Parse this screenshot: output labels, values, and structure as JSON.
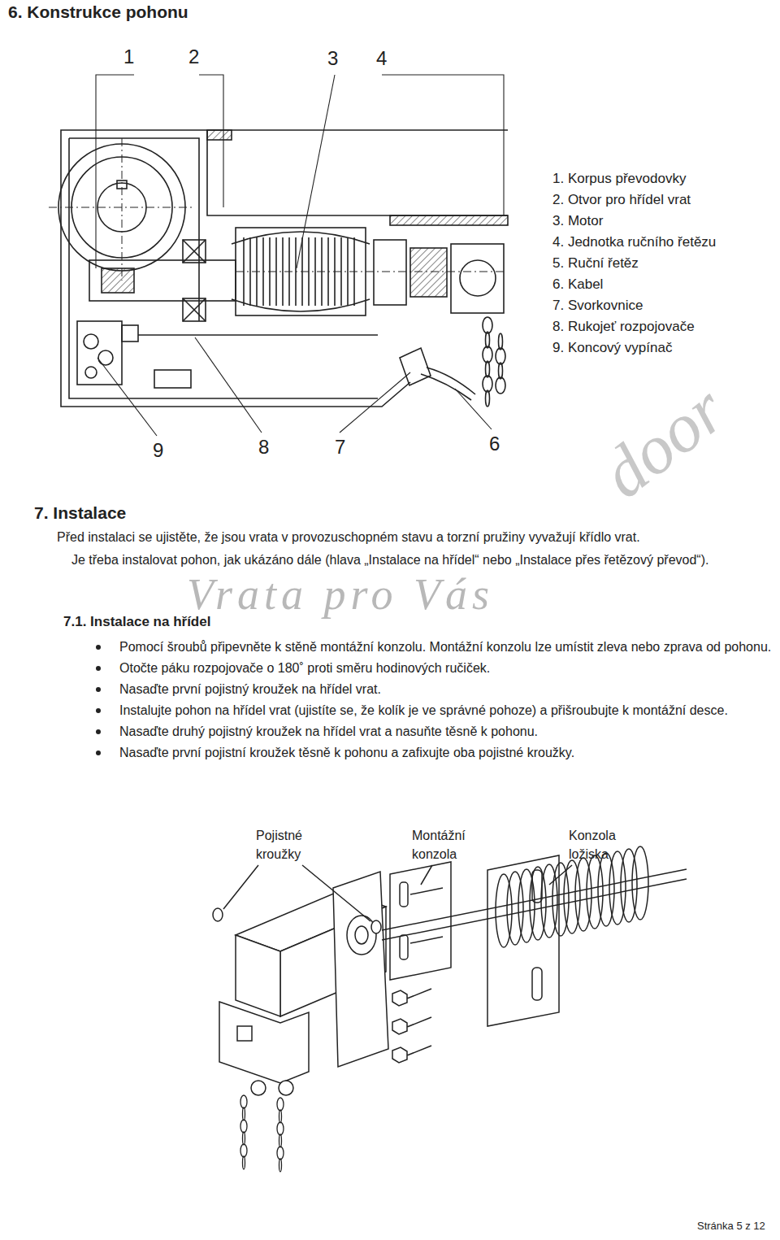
{
  "diagram": {
    "title": "6. Konstrukce pohonu",
    "labels": [
      "1",
      "2",
      "3",
      "4",
      "9",
      "8",
      "7",
      "6",
      "1. Korpus převodovky",
      "2. Otvor pro hřídel vrat",
      "3. Motor",
      "4. Jednotka ručního řetězu",
      "5. Ruční řetěz",
      "6. Kabel",
      "7. Svorkovnice",
      "8. Rukojeť rozpojovače",
      "9. Koncový vypínač",
      "7. Instalace",
      "Před instalaci se ujistěte, že jsou vrata v provozuschopném stavu a torzní pružiny vyvažují křídlo vrat.",
      "Je třeba instalovat pohon, jak ukázáno dále (hlava „Instalace na hřídel“ nebo „Instalace přes řetězový převod“).",
      "7.1. Instalace na hřídel",
      "Pomocí šroubů připevněte k stěně montážní konzolu. Montážní konzolu lze umístit zleva nebo zprava od pohonu.",
      "Otočte páku rozpojovače o 180˚ proti směru hodinových ručiček.",
      "Nasaďte první pojistný kroužek na hřídel vrat.",
      "Instalujte pohon na hřídel vrat (ujistíte se, že kolík je ve správné pohoze) a přišroubujte k montážní desce.",
      "Nasaďte druhý pojistný kroužek na hřídel vrat a nasuňte těsně k pohonu.",
      "Nasaďte první pojistní kroužek těsně k pohonu a zafixujte oba pojistné kroužky.",
      "Pojistné kroužky",
      "Montážní konzola",
      "Konzola ložiska",
      "Vrata pro Vás",
      "door",
      "Stránka 5 z 12"
    ]
  }
}
